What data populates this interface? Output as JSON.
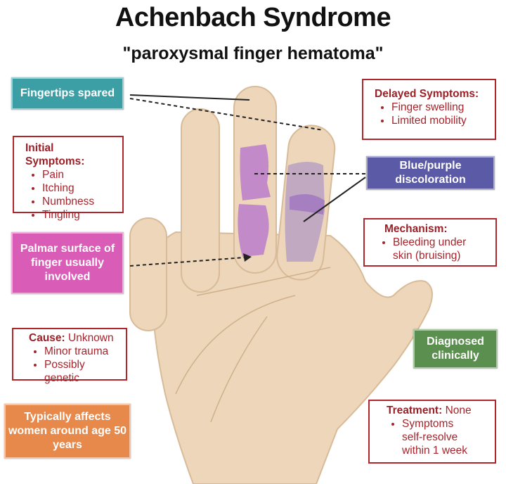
{
  "title": "Achenbach Syndrome",
  "subtitle": "\"paroxysmal finger hematoma\"",
  "colors": {
    "teal": "#3c9fa6",
    "pink": "#d95cb7",
    "orange": "#e8894c",
    "purple": "#5a5aa6",
    "green": "#5b8f4f",
    "red": "#b0262c",
    "skin": "#edd6b9",
    "bruise": "#b97ac8"
  },
  "labels": {
    "fingertips": "Fingertips spared",
    "palmar": "Palmar surface of finger usually involved",
    "age": "Typically affects women around age 50 years",
    "discoloration": "Blue/purple discoloration",
    "diagnosed": "Diagnosed clinically"
  },
  "initial": {
    "heading": "Initial Symptoms:",
    "items": [
      "Pain",
      "Itching",
      "Numbness",
      "Tingling"
    ]
  },
  "delayed": {
    "heading": "Delayed Symptoms:",
    "items": [
      "Finger swelling",
      "Limited mobility"
    ]
  },
  "mechanism": {
    "heading": "Mechanism:",
    "items": [
      "Bleeding under skin (bruising)"
    ]
  },
  "cause": {
    "heading": "Cause:",
    "value": "Unknown",
    "items": [
      "Minor trauma",
      "Possibly genetic"
    ]
  },
  "treatment": {
    "heading": "Treatment:",
    "value": "None",
    "items": [
      "Symptoms self-resolve within 1 week"
    ]
  }
}
